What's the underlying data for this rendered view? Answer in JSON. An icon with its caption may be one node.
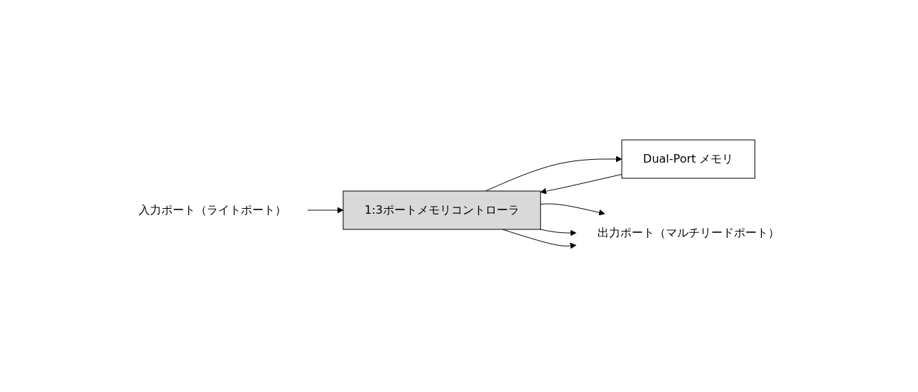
{
  "diagram": {
    "nodes": [
      {
        "text": [
          "入力ポート（ライトポート）"
        ]
      },
      {
        "text": [
          "1:3ポートメモリコントローラ"
        ]
      },
      {
        "text": [
          "Dual-Port メモリ"
        ]
      },
      {
        "text": [
          "出力ポート（マルチリードポート）"
        ]
      }
    ],
    "edges": [
      {
        "from": 0,
        "to": 1,
        "arrow": "to"
      },
      {
        "from": 1,
        "to": 2,
        "arrow": "to"
      },
      {
        "from": 2,
        "to": 1,
        "arrow": "to"
      },
      {
        "from": 1,
        "to": 3,
        "arrow": "to"
      },
      {
        "from": 1,
        "to": 3,
        "arrow": "to"
      },
      {
        "from": 1,
        "to": 3,
        "arrow": "to"
      }
    ]
  }
}
